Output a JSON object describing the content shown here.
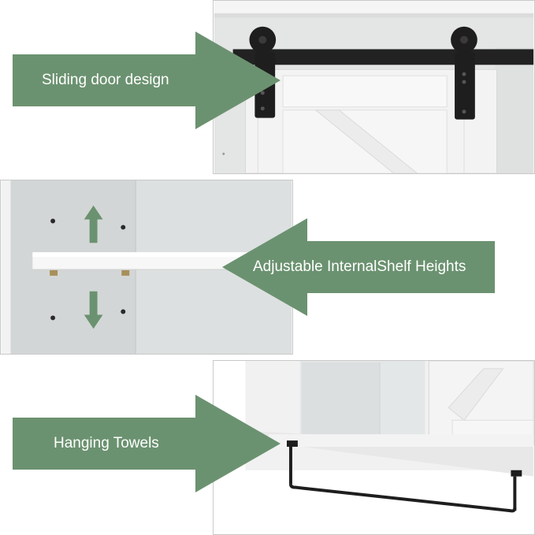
{
  "callouts": [
    {
      "label": "Sliding door design"
    },
    {
      "label": "Adjustable InternalShelf Heights"
    },
    {
      "label": "Hanging Towels"
    }
  ],
  "colors": {
    "arrow_green": "#6b9270",
    "panel_border": "#c9c9c9",
    "cabinet_white": "#f4f4f4",
    "interior_gray": "#d8dbdb",
    "hardware_black": "#1e1e1e"
  }
}
